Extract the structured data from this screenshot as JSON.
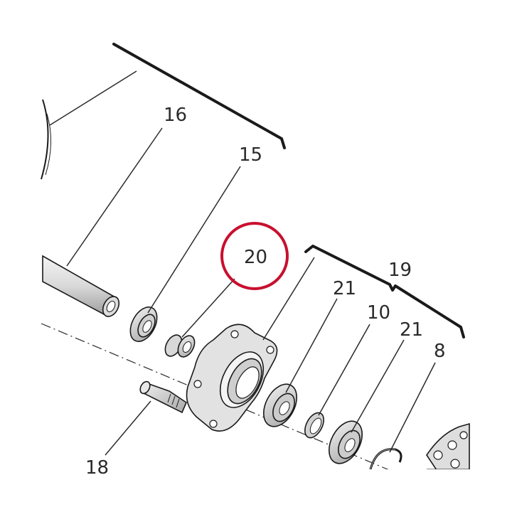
{
  "diagram": {
    "labels": {
      "l16": "16",
      "l15": "15",
      "l20": "20",
      "l19": "19",
      "l21a": "21",
      "l10": "10",
      "l21b": "21",
      "l8": "8",
      "l18": "18"
    },
    "highlight_color": "#c8102e",
    "line_color": "#1a1a1a",
    "part_fill": "#e6e6e6",
    "part_shadow": "#bdbdbd"
  }
}
